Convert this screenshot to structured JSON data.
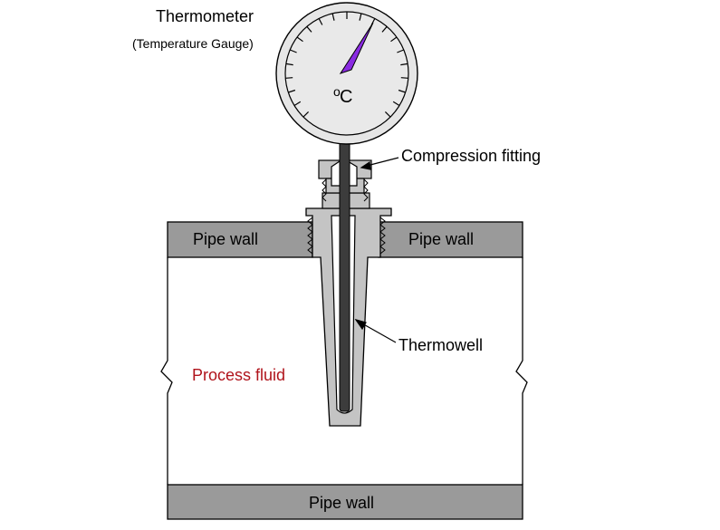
{
  "labels": {
    "thermometer": "Thermometer",
    "gauge": "(Temperature Gauge)",
    "compression_fitting": "Compression fitting",
    "pipe_wall_left": "Pipe wall",
    "pipe_wall_right": "Pipe wall",
    "pipe_wall_bottom": "Pipe wall",
    "thermowell": "Thermowell",
    "process_fluid": "Process fluid",
    "unit_degree": "o",
    "unit_c": "C"
  },
  "colors": {
    "pipe_wall": "#9a9a9a",
    "thermowell": "#c4c4c4",
    "stem": "#3c3c3c",
    "needle": "#8a2be2",
    "fluid_text": "#b0141c",
    "gauge_face": "#e9e9e9"
  }
}
